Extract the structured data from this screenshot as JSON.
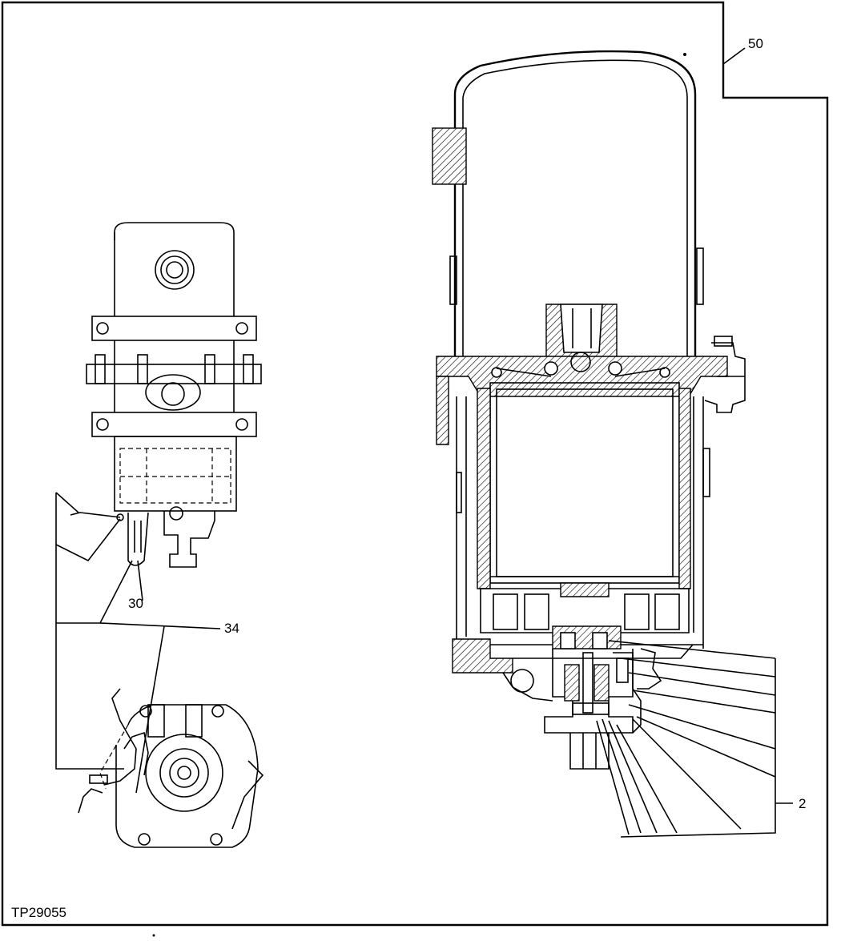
{
  "figure": {
    "code": "TP29055"
  },
  "callouts": [
    {
      "id": "50",
      "label": "50"
    },
    {
      "id": "30",
      "label": "30"
    },
    {
      "id": "34",
      "label": "34"
    },
    {
      "id": "2",
      "label": "2"
    }
  ]
}
